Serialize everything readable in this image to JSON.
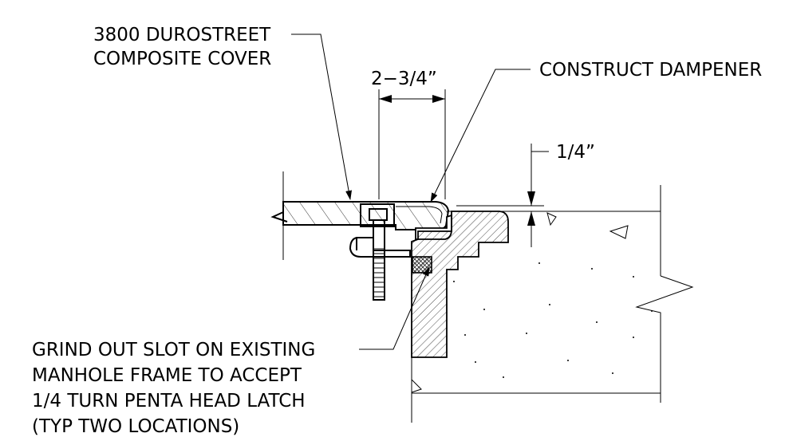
{
  "callouts": {
    "cover_line1": "3800 DUROSTREET",
    "cover_line2": "COMPOSITE COVER",
    "dampener": "CONSTRUCT DAMPENER",
    "slot_line1": "GRIND OUT SLOT ON EXISTING",
    "slot_line2": "MANHOLE FRAME TO ACCEPT",
    "slot_line3": "1/4 TURN PENTA HEAD LATCH",
    "slot_line4": "(TYP TWO LOCATIONS)"
  },
  "dimensions": {
    "width": "2−3/4”",
    "gap": "1/4”"
  }
}
